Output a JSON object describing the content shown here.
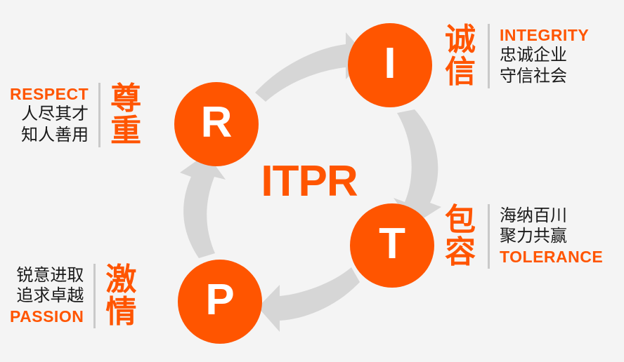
{
  "theme": {
    "background": "#f4f4f4",
    "accent_orange": "#ff5500",
    "arrow_gray": "#d6d6d6",
    "divider_gray": "#c9c9c9",
    "text_dark": "#1a1a1a",
    "circle_label_color": "#ffffff"
  },
  "center": {
    "acronym": "ITPR"
  },
  "nodes": [
    {
      "id": "r",
      "letter": "R",
      "value_key": "respect"
    },
    {
      "id": "i",
      "letter": "I",
      "value_key": "integrity"
    },
    {
      "id": "t",
      "letter": "T",
      "value_key": "tolerance"
    },
    {
      "id": "p",
      "letter": "P",
      "value_key": "passion"
    }
  ],
  "values": {
    "respect": {
      "english": "RESPECT",
      "chinese_title": "尊重",
      "chinese_title_line1": "尊",
      "chinese_title_line2": "重",
      "slogan_line1": "人尽其才",
      "slogan_line2": "知人善用",
      "letter": "R",
      "order": [
        "english",
        "slogan_line1",
        "slogan_line2"
      ]
    },
    "integrity": {
      "english": "INTEGRITY",
      "chinese_title": "诚信",
      "chinese_title_line1": "诚",
      "chinese_title_line2": "信",
      "slogan_line1": "忠诚企业",
      "slogan_line2": "守信社会",
      "letter": "I",
      "order": [
        "english",
        "slogan_line1",
        "slogan_line2"
      ]
    },
    "tolerance": {
      "english": "TOLERANCE",
      "chinese_title": "包容",
      "chinese_title_line1": "包",
      "chinese_title_line2": "容",
      "slogan_line1": "海纳百川",
      "slogan_line2": "聚力共赢",
      "letter": "T",
      "order": [
        "slogan_line1",
        "slogan_line2",
        "english"
      ]
    },
    "passion": {
      "english": "PASSION",
      "chinese_title": "激情",
      "chinese_title_line1": "激",
      "chinese_title_line2": "情",
      "slogan_line1": "锐意进取",
      "slogan_line2": "追求卓越",
      "letter": "P",
      "order": [
        "slogan_line1",
        "slogan_line2",
        "english"
      ]
    }
  },
  "arrows": [
    {
      "name": "arrow-r-to-i",
      "from": "R",
      "to": "I",
      "direction": "right"
    },
    {
      "name": "arrow-i-to-t",
      "from": "I",
      "to": "T",
      "direction": "down"
    },
    {
      "name": "arrow-t-to-p",
      "from": "T",
      "to": "P",
      "direction": "left"
    },
    {
      "name": "arrow-p-to-r",
      "from": "P",
      "to": "R",
      "direction": "up"
    }
  ]
}
